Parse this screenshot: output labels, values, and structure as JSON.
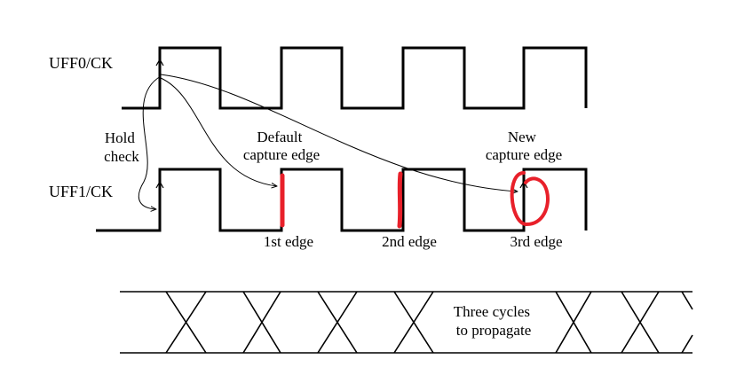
{
  "labels": {
    "uff0_ck": "UFF0/CK",
    "uff1_ck": "UFF1/CK",
    "hold_line1": "Hold",
    "hold_line2": "check",
    "default_line1": "Default",
    "default_line2": "capture edge",
    "new_line1": "New",
    "new_line2": "capture edge",
    "edge1": "1st edge",
    "edge2": "2nd edge",
    "edge3": "3rd edge",
    "three_line1": "Three cycles",
    "three_line2": "to propagate"
  },
  "colors": {
    "line": "#000000",
    "annotation": "#e8202a"
  }
}
